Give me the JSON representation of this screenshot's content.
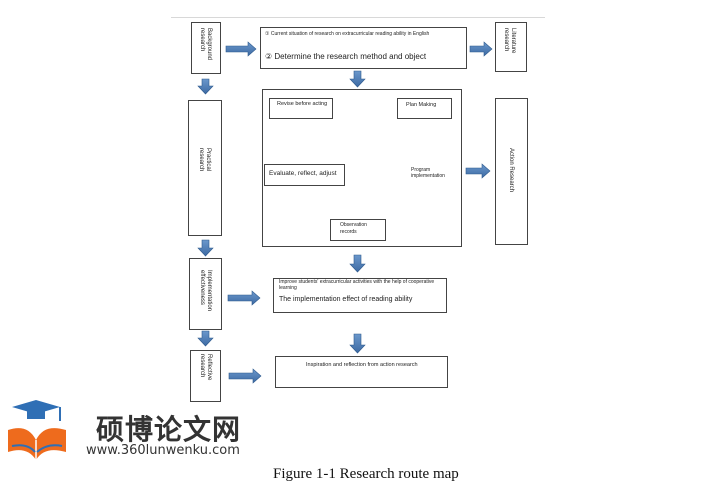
{
  "left_column": {
    "background_research": "Background\nresearch",
    "practical_research": "Practical\nresearch",
    "implementation_effectiveness": "Implementation\neffectiveness",
    "reflective_research": "Reflective\nresearch"
  },
  "right_column": {
    "literature_research": "Literature\nresearch",
    "action_research": "Action Research"
  },
  "center": {
    "top_box_line1": "① Current situation of research on extracurricular reading ability in English",
    "top_box_line2": "② Determine the research method and object",
    "cycle": {
      "revise": "Revise before acting",
      "plan": "Plan Making",
      "program": "Program\nimplementation",
      "observation": "Observation\nrecords",
      "evaluate": "Evaluate, reflect, adjust"
    },
    "improve_line1": "Improve students' extracurricular activities with the help of cooperative learning",
    "improve_line2": "The implementation effect of reading ability",
    "inspiration": "Inspiration and reflection from action research"
  },
  "caption": "Figure 1-1 Research route map",
  "watermark": {
    "cn": "硕博论文网",
    "url": "www.360lunwenku.com",
    "colors": {
      "orange": "#ee6b1d",
      "blue": "#2f6fb5"
    }
  },
  "colors": {
    "arrow_fill": "#4f7fb8",
    "arrow_stroke": "#2e5a8e"
  }
}
